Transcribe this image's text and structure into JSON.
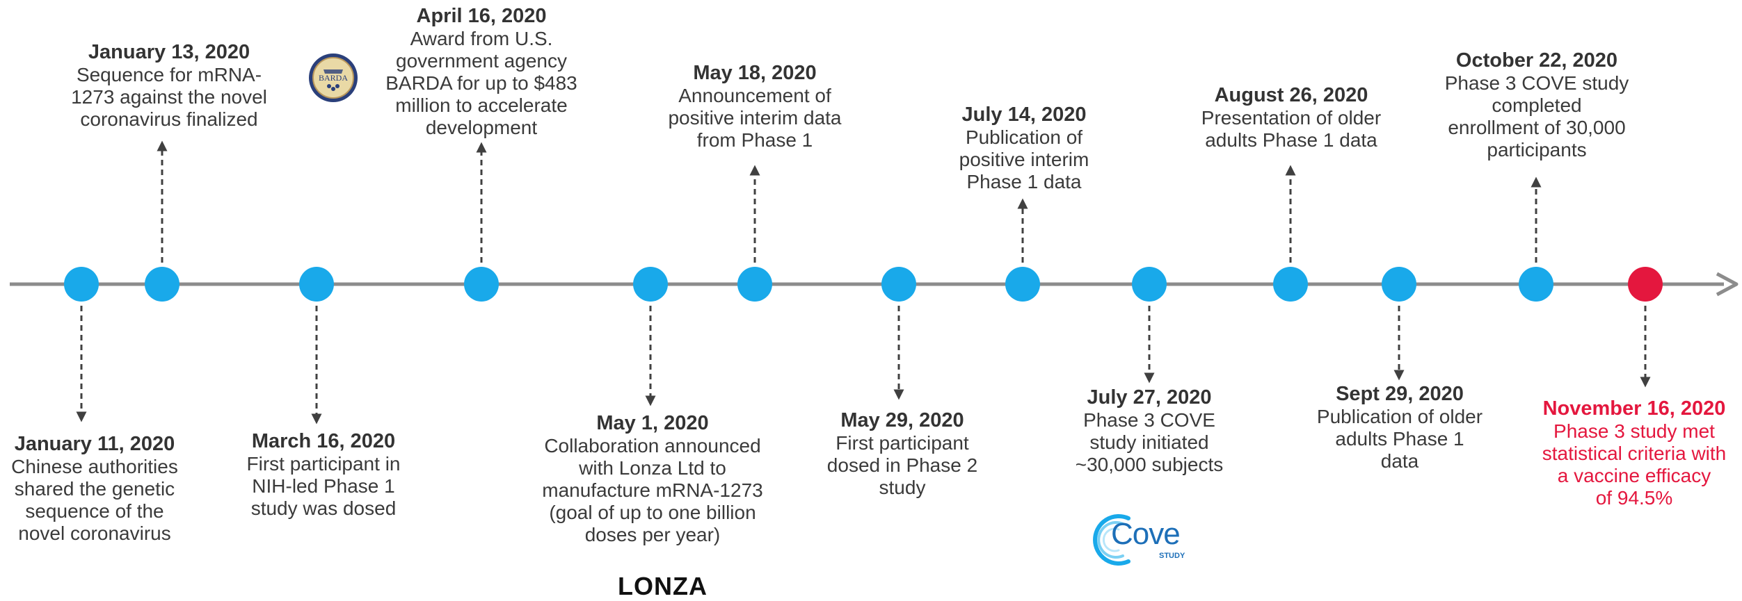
{
  "colors": {
    "axis": "#8c8c8c",
    "node": "#19a9ea",
    "node_highlight": "#e4173e",
    "connector": "#404040",
    "text": "#3a3a3a",
    "highlight_text": "#e4173e"
  },
  "events": [
    {
      "id": "jan11",
      "date": "January 11, 2020",
      "desc": "Chinese authorities\nshared the genetic\nsequence of the\nnovel coronavirus",
      "side": "below"
    },
    {
      "id": "jan13",
      "date": "January 13, 2020",
      "desc": "Sequence for mRNA-\n1273 against the novel\ncoronavirus finalized",
      "side": "above"
    },
    {
      "id": "mar16",
      "date": "March 16, 2020",
      "desc": "First participant in\nNIH-led Phase 1\nstudy was dosed",
      "side": "below"
    },
    {
      "id": "apr16",
      "date": "April 16, 2020",
      "desc": "Award from U.S.\ngovernment agency\nBARDA for up to $483\nmillion to accelerate\ndevelopment",
      "side": "above"
    },
    {
      "id": "may1",
      "date": "May 1, 2020",
      "desc": "Collaboration announced\nwith Lonza Ltd to\nmanufacture mRNA-1273\n(goal of up to one billion\ndoses per year)",
      "side": "below"
    },
    {
      "id": "may18",
      "date": "May 18, 2020",
      "desc": "Announcement of\npositive interim data\nfrom Phase 1",
      "side": "above"
    },
    {
      "id": "may29",
      "date": "May 29, 2020",
      "desc": "First participant\ndosed in Phase 2\nstudy",
      "side": "below"
    },
    {
      "id": "jul14",
      "date": "July 14, 2020",
      "desc": "Publication of\npositive interim\nPhase 1 data",
      "side": "above"
    },
    {
      "id": "jul27",
      "date": "July 27, 2020",
      "desc": "Phase 3 COVE\nstudy initiated\n~30,000 subjects",
      "side": "below"
    },
    {
      "id": "aug26",
      "date": "August 26, 2020",
      "desc": "Presentation of older\nadults Phase 1 data",
      "side": "above"
    },
    {
      "id": "sep29",
      "date": "Sept 29, 2020",
      "desc": "Publication of older\nadults Phase 1\ndata",
      "side": "below"
    },
    {
      "id": "oct22",
      "date": "October 22, 2020",
      "desc": "Phase 3 COVE  study\ncompleted\nenrollment of 30,000\nparticipants",
      "side": "above"
    },
    {
      "id": "nov16",
      "date": "November 16, 2020",
      "desc": "Phase 3 study met\nstatistical criteria with\na vaccine efficacy\nof 94.5%",
      "side": "below",
      "highlight": true
    }
  ],
  "logos": {
    "barda": "BARDA",
    "lonza": "LONZA",
    "cove": "Cove",
    "cove_sub": "STUDY"
  }
}
